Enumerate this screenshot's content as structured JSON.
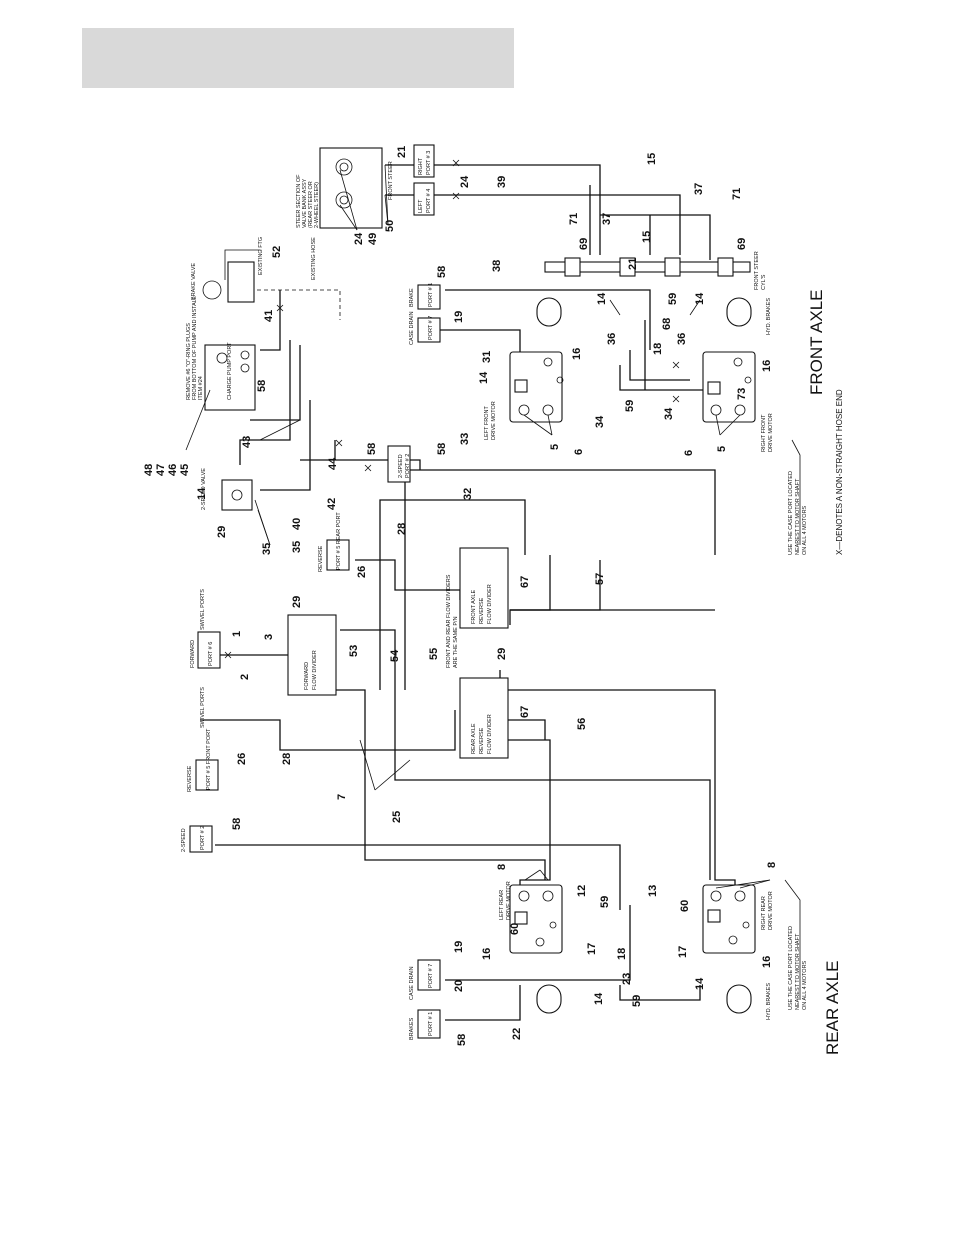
{
  "axles": {
    "front": "FRONT AXLE",
    "rear": "REAR AXLE"
  },
  "notes": {
    "x_note": "X—DENOTES A NON-STRAIGHT HOSE END",
    "case_port_note_1": [
      "USE THE CASE PORT LOCATED",
      "NEAREST TO MOTOR SHAFT",
      "ON ALL 4 MOTORS"
    ],
    "case_port_note_2": [
      "USE THE CASE PORT LOCATED",
      "NEAREST TO MOTOR SHAFT",
      "ON ALL 4 MOTORS"
    ],
    "install_note": [
      "REMOVE #6 \"O\"-RING PLUGS",
      "FROM BOTTOM OF PUMP AND INSTALL",
      "ITEM #24"
    ],
    "existing_ftg": "EXISTING FTG",
    "existing_hose": "EXISTING HOSE",
    "steer_section": [
      "STEER SECTION OF",
      "VALVE BANK ASSY",
      "(REAR STEER OR",
      "2-WHEEL STEER)"
    ],
    "front_steer_label": "FRONT STEER",
    "swivel_ports_1": "SWIVEL PORTS",
    "swivel_ports_2": "SWIVEL PORTS"
  },
  "components": {
    "brake_valve": "BRAKE VALVE",
    "two_speed_valve": "2-SPEED VALVE",
    "pump_port": "CHARGE PUMP PORT",
    "forward_flow_divider": [
      "FORWARD",
      "FLOW DIVIDER"
    ],
    "front_axle_divider": [
      "FRONT AXLE",
      "REVERSE",
      "FLOW DIVIDER"
    ],
    "rear_axle_divider": [
      "REAR AXLE",
      "REVERSE",
      "FLOW DIVIDER"
    ],
    "divider_note": [
      "FRONT AND REAR FLOW DIVIDERS",
      "ARE THE SAME P/N"
    ],
    "left_front_motor": [
      "LEFT FRONT",
      "DRIVE MOTOR"
    ],
    "right_front_motor": [
      "RIGHT FRONT",
      "DRIVE MOTOR"
    ],
    "left_rear_motor": [
      "LEFT REAR",
      "DRIVE MOTOR"
    ],
    "right_rear_motor": [
      "RIGHT REAR",
      "DRIVE MOTOR"
    ],
    "front_steer_cyls": [
      "FRONT STEER",
      "CYL'S"
    ],
    "hyd_brakes_front": "HYD. BRAKES",
    "hyd_brakes_rear": "HYD. BRAKES"
  },
  "ports": {
    "brake_port_front": {
      "title": "BRAKE",
      "port": "PORT # 1"
    },
    "case_drain_front": {
      "title": "CASE DRAIN",
      "port": "PORT # 7"
    },
    "two_speed_front": {
      "title": "2-SPEED",
      "port": "PORT # 2"
    },
    "reverse_front": {
      "title": "REVERSE",
      "port": "PORT # 5 REAR PORT"
    },
    "forward": {
      "title": "FORWARD",
      "port": "PORT # 6"
    },
    "reverse_rear": {
      "title": "REVERSE",
      "port": "PORT # 5 FRONT PORT"
    },
    "two_speed_rear": {
      "title": "2-SPEED",
      "port": "PORT # 2"
    },
    "brakes_rear": {
      "title": "BRAKES",
      "port": "PORT # 1"
    },
    "case_drain_rear": {
      "title": "CASE DRAIN",
      "port": "PORT # 7"
    },
    "left_steer": {
      "title": "LEFT",
      "port": "PORT # 4"
    },
    "right_steer": {
      "title": "RIGHT",
      "port": "PORT # 3"
    }
  },
  "callouts": [
    "1",
    "2",
    "3",
    "5",
    "6",
    "7",
    "8",
    "12",
    "13",
    "14",
    "15",
    "16",
    "17",
    "18",
    "19",
    "20",
    "21",
    "22",
    "23",
    "24",
    "25",
    "26",
    "28",
    "29",
    "31",
    "32",
    "33",
    "34",
    "35",
    "36",
    "37",
    "38",
    "39",
    "40",
    "41",
    "42",
    "43",
    "44",
    "45",
    "46",
    "47",
    "48",
    "49",
    "50",
    "52",
    "53",
    "54",
    "55",
    "56",
    "57",
    "58",
    "59",
    "60",
    "67",
    "68",
    "69",
    "71",
    "73"
  ]
}
